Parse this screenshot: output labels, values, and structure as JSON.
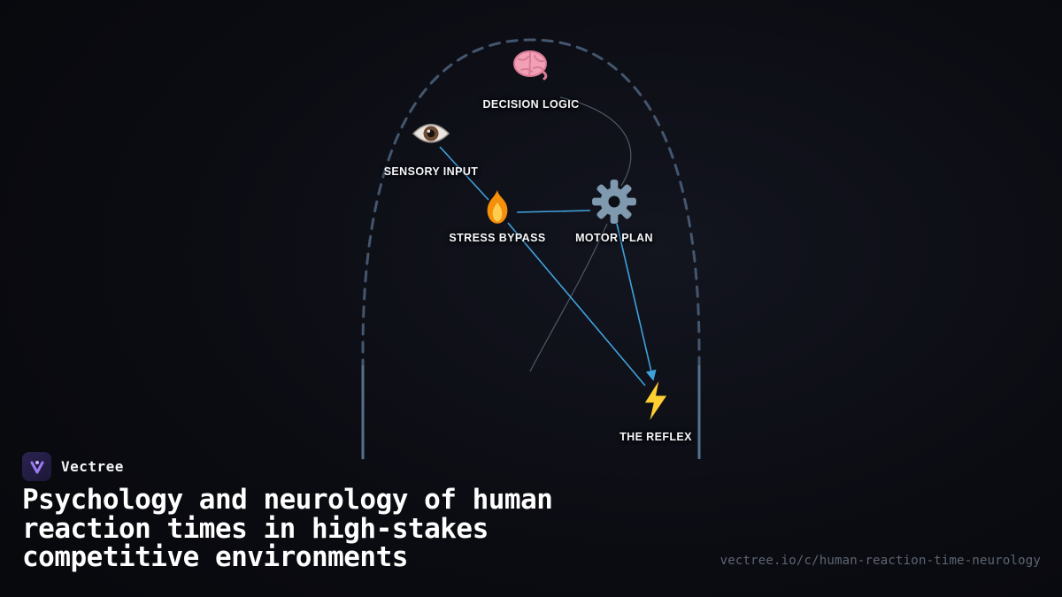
{
  "brand": {
    "name": "Vectree"
  },
  "title": "Psychology and neurology of human reaction times in high-stakes competitive environments",
  "url": "vectree.io/c/human-reaction-time-neurology",
  "diagram": {
    "nodes": [
      {
        "id": "decision-logic",
        "label": "DECISION LOGIC",
        "icon": "brain-icon"
      },
      {
        "id": "sensory-input",
        "label": "SENSORY INPUT",
        "icon": "eye-icon"
      },
      {
        "id": "stress-bypass",
        "label": "STRESS BYPASS",
        "icon": "fire-icon"
      },
      {
        "id": "motor-plan",
        "label": "MOTOR PLAN",
        "icon": "gear-icon"
      },
      {
        "id": "the-reflex",
        "label": "THE REFLEX",
        "icon": "lightning-icon"
      }
    ],
    "edges": [
      {
        "from": "sensory-input",
        "to": "stress-bypass"
      },
      {
        "from": "stress-bypass",
        "to": "motor-plan"
      },
      {
        "from": "stress-bypass",
        "to": "the-reflex"
      },
      {
        "from": "motor-plan",
        "to": "the-reflex"
      },
      {
        "from": "decision-logic",
        "to": "motor-plan"
      }
    ],
    "colors": {
      "edge": "#3fa2dc",
      "outline": "#44566e",
      "label": "#f5f7fa"
    }
  }
}
